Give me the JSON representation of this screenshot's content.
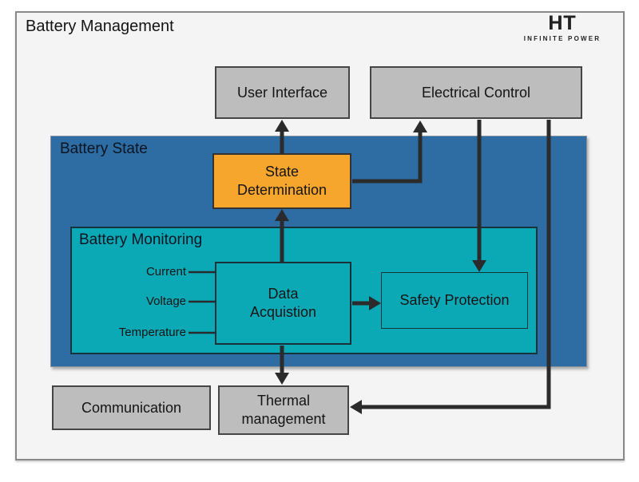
{
  "page": {
    "title": "Battery Management"
  },
  "logo": {
    "brand": "HT",
    "tagline": "INFINITE POWER"
  },
  "colors": {
    "background": "#f4f4f4",
    "container_blue": "#2d6da4",
    "container_teal": "#0ba8b6",
    "node_gray": "#bdbdbd",
    "node_orange": "#f6a62d",
    "arrow": "#2b2b2b",
    "text": "#141414"
  },
  "diagram": {
    "containers": {
      "battery_state": {
        "label": "Battery State"
      },
      "battery_monitoring": {
        "label": "Battery Monitoring"
      }
    },
    "nodes": {
      "user_interface": {
        "label": "User Interface"
      },
      "electrical_control": {
        "label": "Electrical Control"
      },
      "state_determination": {
        "label": "State\nDetermination"
      },
      "data_acquisition": {
        "label": "Data\nAcquistion"
      },
      "safety_protection": {
        "label": "Safety Protection"
      },
      "communication": {
        "label": "Communication"
      },
      "thermal_management": {
        "label": "Thermal\nmanagement"
      }
    },
    "sensors": [
      {
        "label": "Current"
      },
      {
        "label": "Voltage"
      },
      {
        "label": "Temperature"
      }
    ],
    "edges": [
      {
        "from": "data_acquisition",
        "to": "state_determination"
      },
      {
        "from": "state_determination",
        "to": "user_interface"
      },
      {
        "from": "state_determination",
        "to": "electrical_control"
      },
      {
        "from": "electrical_control",
        "to": "safety_protection"
      },
      {
        "from": "electrical_control",
        "to": "thermal_management"
      },
      {
        "from": "data_acquisition",
        "to": "safety_protection"
      },
      {
        "from": "data_acquisition",
        "to": "thermal_management"
      }
    ]
  }
}
